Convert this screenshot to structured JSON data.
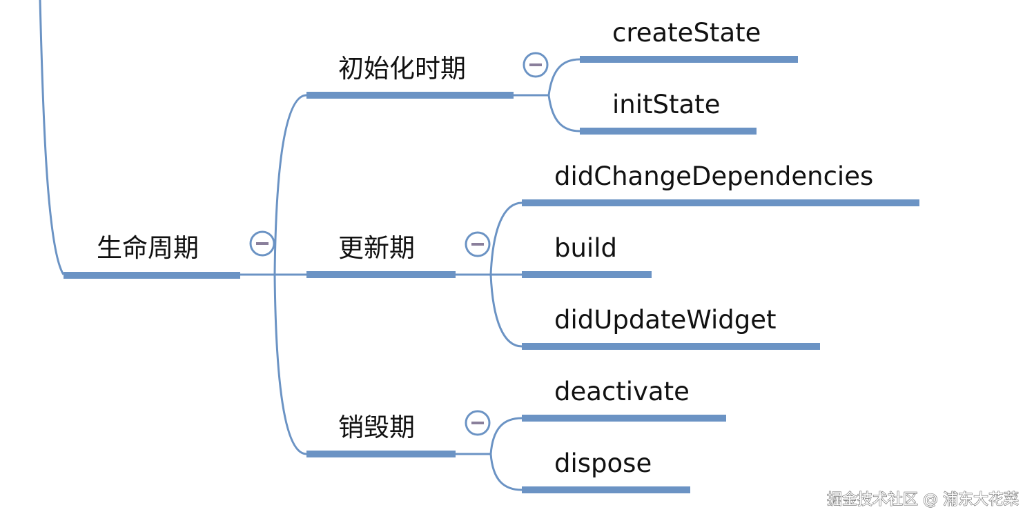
{
  "root": {
    "label": "生命周期",
    "collapse_icon": "minus-circle-icon",
    "children": [
      {
        "label": "初始化时期",
        "collapse_icon": "minus-circle-icon",
        "children": [
          {
            "label": "createState"
          },
          {
            "label": "initState"
          }
        ]
      },
      {
        "label": "更新期",
        "collapse_icon": "minus-circle-icon",
        "children": [
          {
            "label": "didChangeDependencies"
          },
          {
            "label": "build"
          },
          {
            "label": "didUpdateWidget"
          }
        ]
      },
      {
        "label": "销毁期",
        "collapse_icon": "minus-circle-icon",
        "children": [
          {
            "label": "deactivate"
          },
          {
            "label": "dispose"
          }
        ]
      }
    ]
  },
  "watermark": "掘金技术社区 @ 浦东大花菜",
  "colors": {
    "line": "#6b93c4",
    "bar": "#6b93c4",
    "text": "#111111",
    "icon_fill": "#ffffff"
  }
}
